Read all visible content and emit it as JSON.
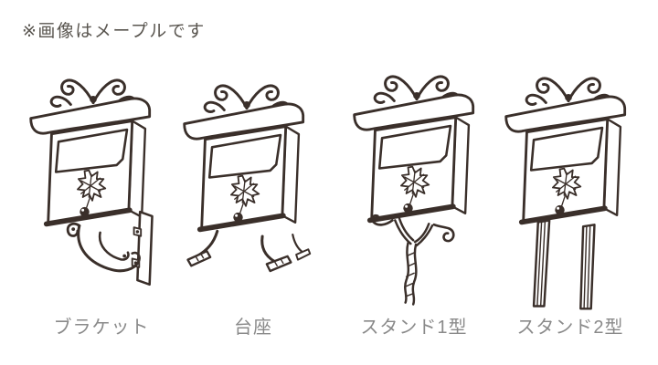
{
  "figure_note": "※画像はメープルです",
  "colors": {
    "ink": "#3a2f2a",
    "note_text": "#59554f",
    "label_text": "#8a8a8a",
    "background": "#ffffff"
  },
  "products": [
    {
      "label": "ブラケット",
      "illustration_icon": "wall-bracket-mailbox-illustration"
    },
    {
      "label": "台座",
      "illustration_icon": "pedestal-mailbox-illustration"
    },
    {
      "label": "スタンド1型",
      "illustration_icon": "stand-type1-mailbox-illustration"
    },
    {
      "label": "スタンド2型",
      "illustration_icon": "stand-type2-mailbox-illustration"
    }
  ]
}
